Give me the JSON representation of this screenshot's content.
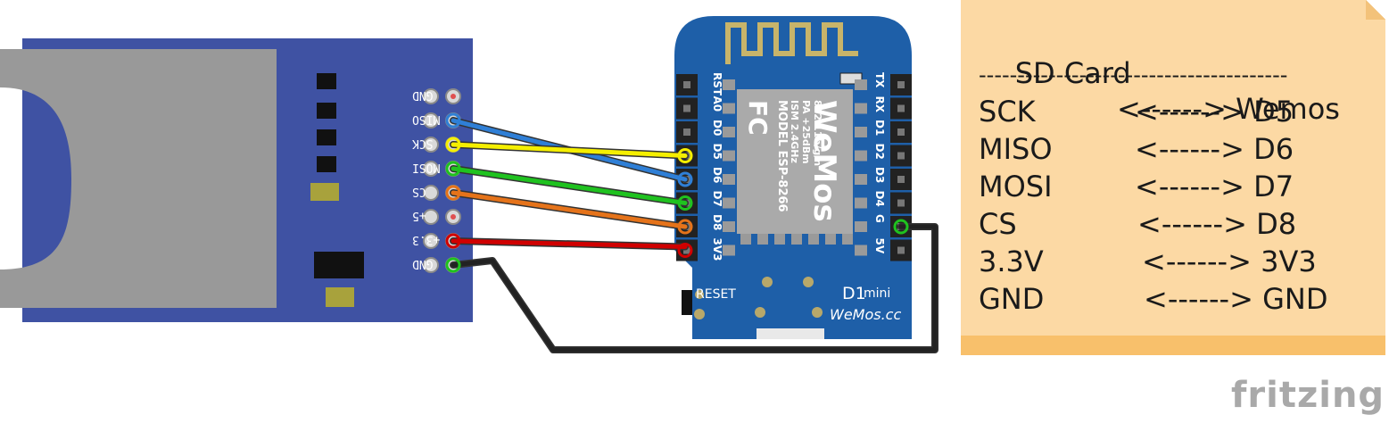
{
  "sd_module": {
    "pin_labels": [
      "GND",
      "MISO",
      "SCK",
      "MOSI",
      "CS",
      "+5",
      "+3.3",
      "GND"
    ]
  },
  "wemos": {
    "left_pins": [
      "RST",
      "A0",
      "D0",
      "D5",
      "D6",
      "D7",
      "D8",
      "3V3"
    ],
    "right_pins": [
      "TX",
      "RX",
      "D1",
      "D2",
      "D3",
      "D4",
      "G",
      "5V"
    ],
    "chip_model": "MODEL ESP-8266",
    "chip_ism": "ISM 2.4GHz",
    "chip_pa": "PA +25dBm",
    "chip_std": "802.11b/g/n",
    "reset_label": "RESET",
    "board_name": "D1",
    "board_name_suffix": "mini",
    "board_brand": "WeMos.cc",
    "fc_mark": "FC",
    "logo": "WeMos"
  },
  "wires": [
    {
      "from": "MISO",
      "to": "D6",
      "color": "#2f7fd6"
    },
    {
      "from": "SCK",
      "to": "D5",
      "color": "#f5ef00"
    },
    {
      "from": "MOSI",
      "to": "D7",
      "color": "#1fc21f"
    },
    {
      "from": "CS",
      "to": "D8",
      "color": "#e5731a"
    },
    {
      "from": "+3.3",
      "to": "3V3",
      "color": "#d00000"
    },
    {
      "from": "GND",
      "to": "G",
      "color": "#222222"
    }
  ],
  "note": {
    "header_left": "SD Card",
    "header_right": "<------> Wemos",
    "separator": "----------------------------------------",
    "rows": [
      {
        "left": "SCK",
        "right": "<------> D5"
      },
      {
        "left": "MISO",
        "right": "<------> D6"
      },
      {
        "left": "MOSI",
        "right": "<------> D7"
      },
      {
        "left": "CS",
        "right": "<------> D8"
      },
      {
        "left": "3.3V",
        "right": "<------> 3V3"
      },
      {
        "left": "GND",
        "right": "<------> GND"
      }
    ]
  },
  "watermark": "fritzing",
  "colors": {
    "module_blue": "#3f52a3",
    "board_blue": "#1e5fa8",
    "note_bg": "#fcd9a4"
  }
}
